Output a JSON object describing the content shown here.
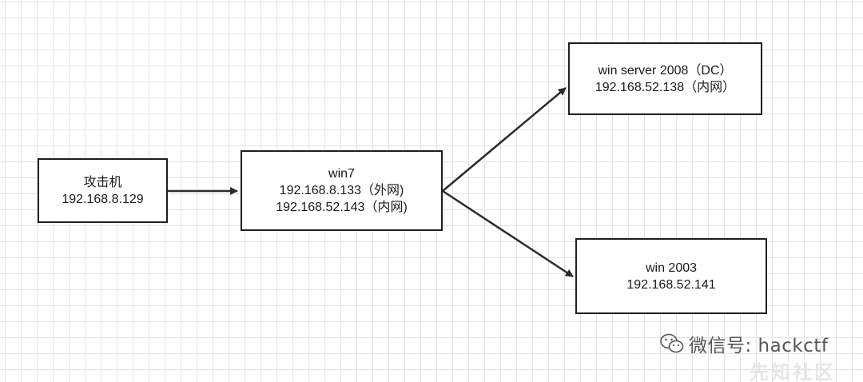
{
  "nodes": {
    "attacker": {
      "lines": [
        "攻击机",
        "192.168.8.129"
      ]
    },
    "win7": {
      "lines": [
        "win7",
        "192.168.8.133（外网)",
        "192.168.52.143（内网)"
      ]
    },
    "dc": {
      "lines": [
        "win server 2008（DC）",
        "192.168.52.138（内网）"
      ]
    },
    "win2003": {
      "lines": [
        "win 2003",
        "192.168.52.141"
      ]
    }
  },
  "watermark": {
    "text": "微信号: hackctf",
    "icon": "wechat-icon",
    "faint_text": "先知社区"
  },
  "colors": {
    "grid": "#e3e3e3",
    "border": "#1f1f1f",
    "arrow": "#2b2b2b"
  }
}
